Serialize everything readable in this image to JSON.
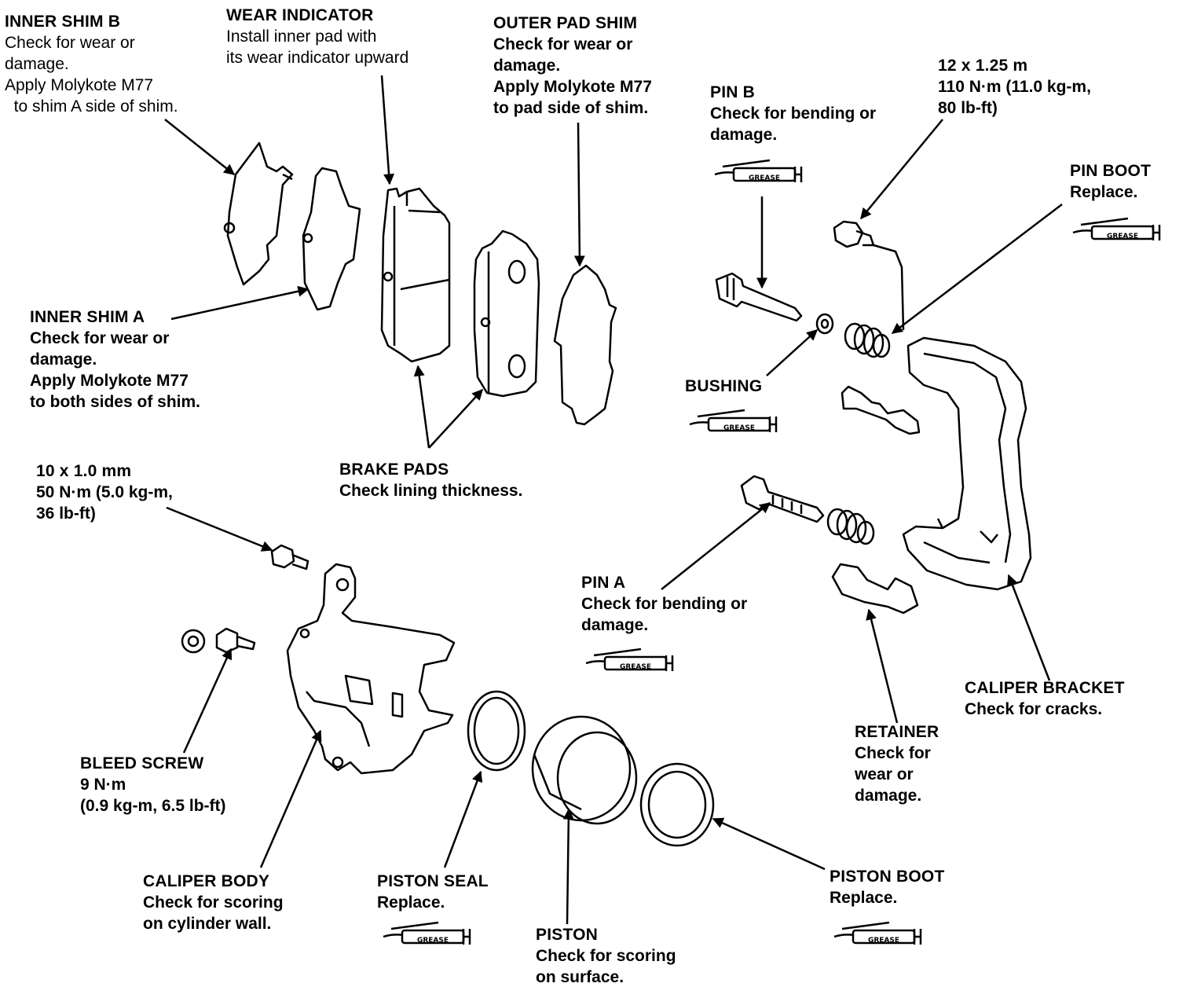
{
  "labels": {
    "inner_shim_b": {
      "title": "INNER SHIM B",
      "lines": [
        "Check for wear or",
        "damage.",
        "Apply Molykote M77",
        "  to shim A side of shim."
      ]
    },
    "wear_indicator": {
      "title": "WEAR INDICATOR",
      "lines": [
        "Install inner pad with",
        "its wear indicator upward"
      ]
    },
    "outer_pad_shim": {
      "title": "OUTER PAD SHIM",
      "lines": [
        "Check for wear or",
        "damage.",
        "Apply Molykote M77",
        "to pad side of shim."
      ]
    },
    "bolt_12": {
      "title": "12 x 1.25 m",
      "lines": [
        "110 N·m (11.0 kg-m,",
        "80 lb-ft)"
      ]
    },
    "pin_b": {
      "title": "PIN B",
      "lines": [
        "Check for bending or",
        "damage."
      ]
    },
    "pin_boot": {
      "title": "PIN BOOT",
      "lines": [
        "Replace."
      ]
    },
    "inner_shim_a": {
      "title": "INNER SHIM A",
      "lines": [
        "Check for wear or",
        "damage.",
        "Apply Molykote M77",
        "to both sides of shim."
      ]
    },
    "bushing": {
      "title": "BUSHING",
      "lines": []
    },
    "bolt_10": {
      "title": "10 x 1.0 mm",
      "lines": [
        "50 N·m (5.0 kg-m,",
        "36 lb-ft)"
      ]
    },
    "brake_pads": {
      "title": "BRAKE PADS",
      "lines": [
        "Check lining thickness."
      ]
    },
    "pin_a": {
      "title": "PIN A",
      "lines": [
        "Check for bending or",
        "damage."
      ]
    },
    "caliper_bracket": {
      "title": "CALIPER BRACKET",
      "lines": [
        "Check for cracks."
      ]
    },
    "retainer": {
      "title": "RETAINER",
      "lines": [
        "Check for",
        "wear or",
        "damage."
      ]
    },
    "bleed_screw": {
      "title": "BLEED SCREW",
      "lines": [
        "9 N·m",
        "(0.9 kg-m, 6.5 lb-ft)"
      ]
    },
    "caliper_body": {
      "title": "CALIPER BODY",
      "lines": [
        "Check for scoring",
        "on cylinder wall."
      ]
    },
    "piston_seal": {
      "title": "PISTON SEAL",
      "lines": [
        "Replace."
      ]
    },
    "piston_boot": {
      "title": "PISTON BOOT",
      "lines": [
        "Replace."
      ]
    },
    "piston": {
      "title": "PISTON",
      "lines": [
        "Check for scoring",
        "on surface."
      ]
    }
  },
  "grease_tag": "GREASE"
}
